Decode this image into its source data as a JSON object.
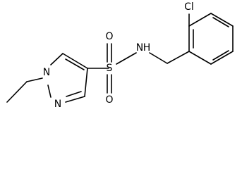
{
  "molecule": {
    "atoms": {
      "chlorine": "Cl",
      "amide_nitrogen": "N",
      "amide_hydrogen": "H",
      "sulfur": "S",
      "oxygen_top": "O",
      "oxygen_bottom": "O",
      "pyrazole_n1": "N",
      "pyrazole_n2": "N"
    }
  }
}
